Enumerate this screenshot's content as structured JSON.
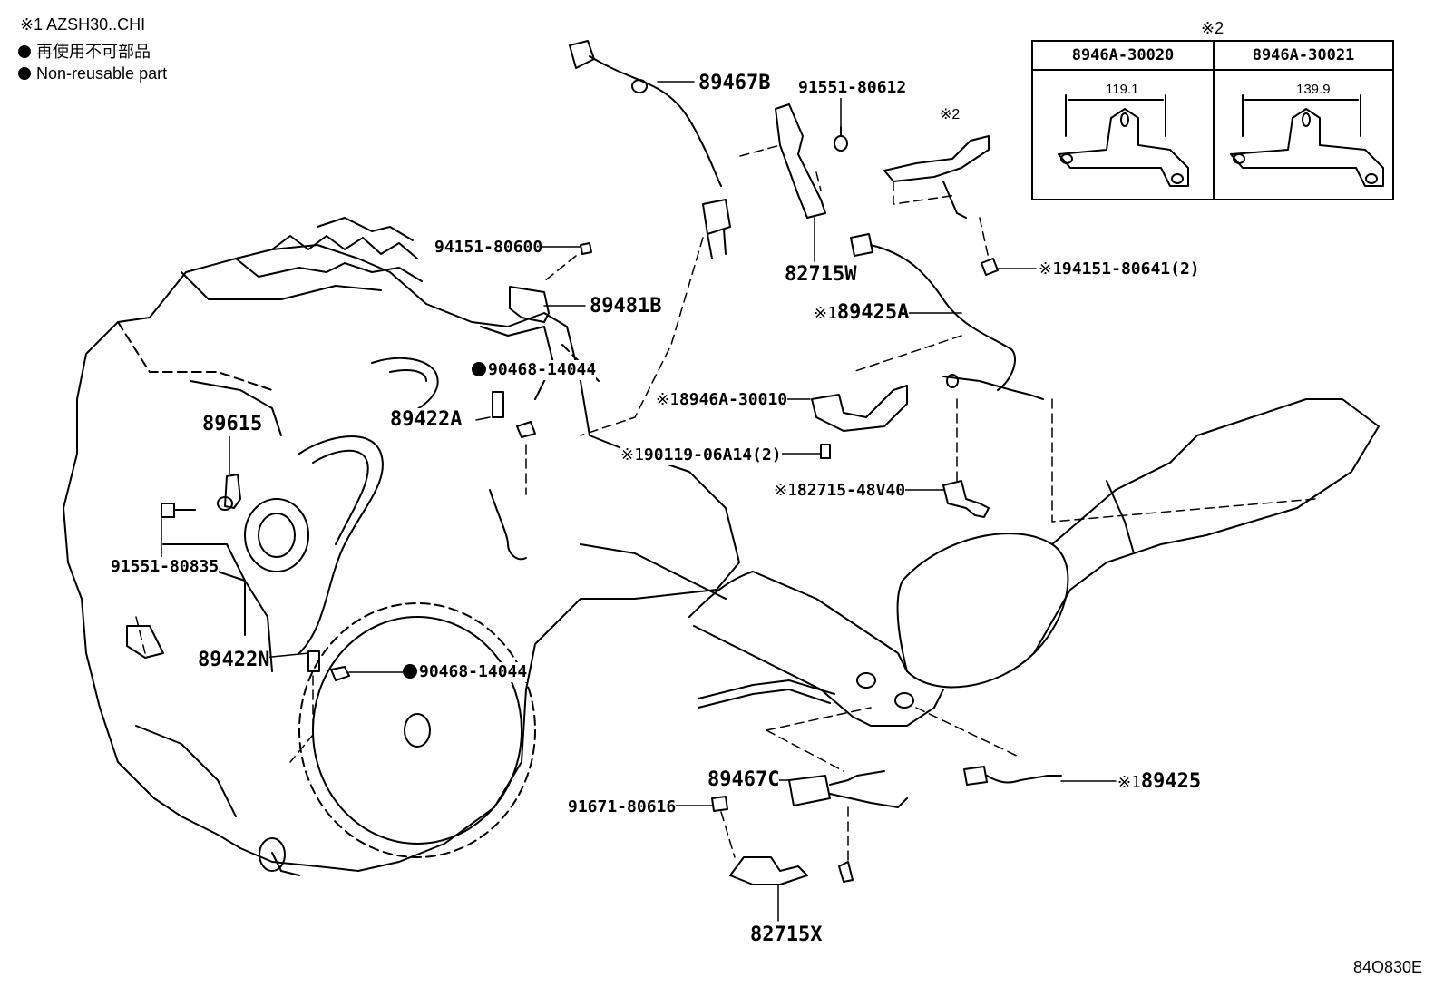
{
  "notes": {
    "line1": "※1 AZSH30..CHI",
    "line2": "再使用不可部品",
    "line3": "Non-reusable part"
  },
  "table": {
    "mark": "※2",
    "col1": {
      "part": "8946A-30020",
      "dim": "119.1"
    },
    "col2": {
      "part": "8946A-30021",
      "dim": "139.9"
    }
  },
  "labels": {
    "p89467B": "89467B",
    "p91551_80612": "91551-80612",
    "p82715W": "82715W",
    "p94151_80600": "94151-80600",
    "p89481B": "89481B",
    "p90468_14044_top": "90468-14044",
    "p89422A": "89422A",
    "p89615": "89615",
    "p91551_80835": "91551-80835",
    "p89422N": "89422N",
    "p90468_14044_bottom": "90468-14044",
    "mark2": "※2",
    "p94151_80641": "94151-80641(2)",
    "p89425A": "89425A",
    "p8946A_30010": "8946A-30010",
    "p90119_06A14": "90119-06A14(2)",
    "p82715_48V40": "82715-48V40",
    "p89467C": "89467C",
    "p91671_80616": "91671-80616",
    "p82715X": "82715X",
    "p89425": "89425",
    "ref1": "※1"
  },
  "doc_code": "84O830E"
}
